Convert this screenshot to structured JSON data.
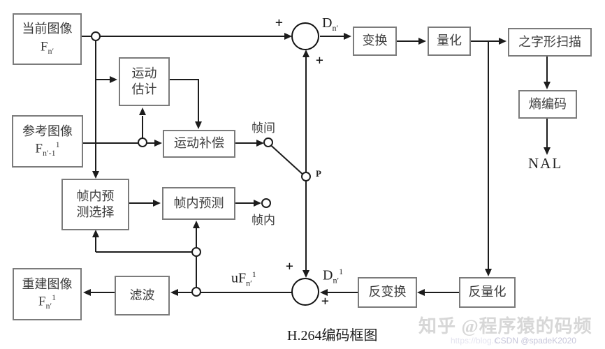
{
  "diagram": {
    "caption": "H.264编码框图",
    "blocks": {
      "current": {
        "line1": "当前图像",
        "sym": "F",
        "sub": "n′",
        "sup": ""
      },
      "reference": {
        "line1": "参考图像",
        "sym": "F",
        "sub": "n′-1",
        "sup": "1"
      },
      "reconstructed": {
        "line1": "重建图像",
        "sym": "F",
        "sub": "n′",
        "sup": "1"
      },
      "motion_estimation": {
        "line1": "运动",
        "line2": "估计"
      },
      "motion_compensation": {
        "line1": "运动补偿"
      },
      "intra_prediction_select": {
        "line1": "帧内预",
        "line2": "测选择"
      },
      "intra_prediction": {
        "line1": "帧内预测"
      },
      "filter": {
        "line1": "滤波"
      },
      "transform": {
        "line1": "变换"
      },
      "quantize": {
        "line1": "量化"
      },
      "zigzag_scan": {
        "line1": "之字形扫描"
      },
      "entropy_coding": {
        "line1": "熵编码"
      },
      "inv_quantize": {
        "line1": "反量化"
      },
      "inv_transform": {
        "line1": "反变换"
      }
    },
    "signals": {
      "dn": {
        "sym": "D",
        "sub": "n′",
        "sup": ""
      },
      "dn1": {
        "sym": "D",
        "sub": "n′",
        "sup": "1"
      },
      "ufn1": {
        "sym": "uF",
        "sub": "n′",
        "sup": "1"
      },
      "inter": "帧间",
      "intra": "帧内",
      "switch_p": "P",
      "nal": "NAL",
      "plus": "+"
    },
    "watermark": {
      "zhihu": "知乎 @程序猿的码频",
      "url": "https://blog.c",
      "csdn": "CSDN @spadeK2020"
    }
  },
  "colors": {
    "line": "#1c1c1c",
    "box_border": "#7b7b7b",
    "text": "#3d3d3d",
    "watermark_zhihu": "#d7d7d7",
    "watermark_csdn": "#c6c6da"
  }
}
